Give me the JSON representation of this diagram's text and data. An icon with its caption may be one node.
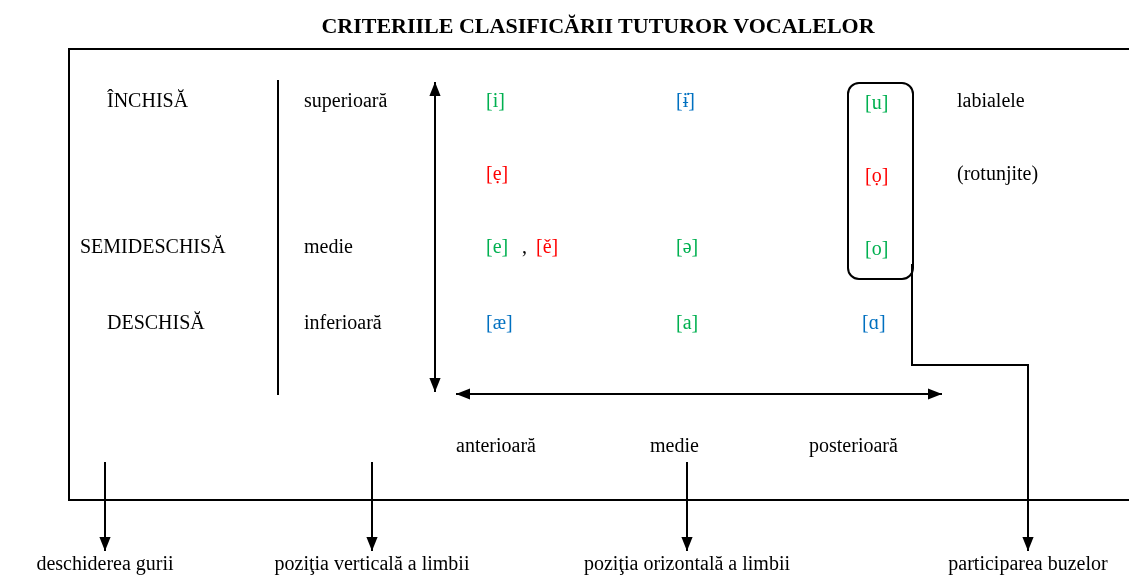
{
  "diagram": {
    "title": "CRITERIILE CLASIFICĂRII TUTUROR VOCALELOR",
    "nodes": [
      {
        "text": [],
        "shape": "box"
      },
      {
        "text": [
          "[u]",
          "[ọ]",
          "[o]"
        ],
        "in": 0
      },
      {
        "text": [
          "deschiderea gurii"
        ]
      },
      {
        "text": [
          "poziţia verticală a limbii"
        ]
      },
      {
        "text": [
          "poziţia orizontală a limbii"
        ]
      },
      {
        "text": [
          "participarea buzelor"
        ]
      }
    ],
    "edges": [
      {
        "from": null,
        "to": 2,
        "arrow": "to"
      },
      {
        "from": null,
        "to": 3,
        "arrow": "to"
      },
      {
        "from": null,
        "to": 4,
        "arrow": "to"
      },
      {
        "from": 1,
        "to": 5,
        "arrow": "to"
      }
    ],
    "labels": [
      "ÎNCHISĂ",
      "superioară",
      "[i]",
      "[ɨ̇]",
      "labialele",
      "[ẹ]",
      "(rotunjite)",
      "SEMIDESCHISĂ",
      "medie",
      "[e]",
      ",",
      "[ě]",
      "[ə]",
      "DESCHISĂ",
      "inferioară",
      "[æ]",
      "[a]",
      "[ɑ]",
      "anterioară",
      "medie",
      "posterioară"
    ]
  }
}
